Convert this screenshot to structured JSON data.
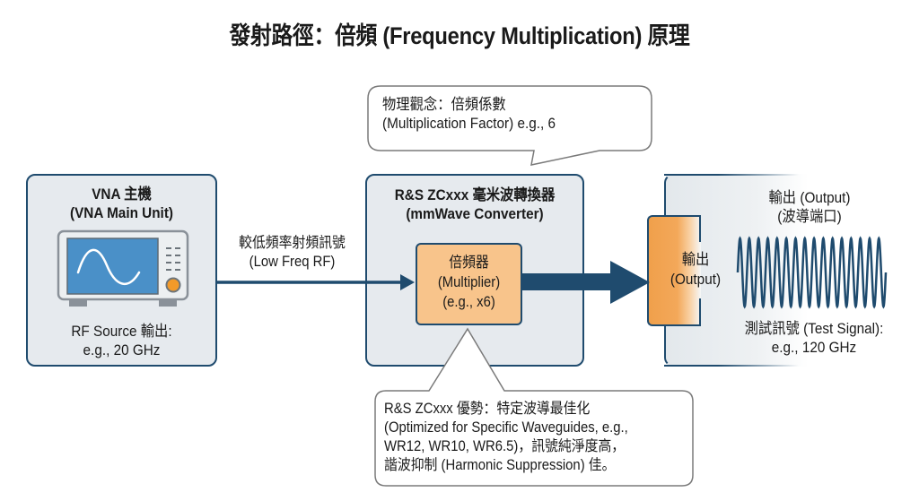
{
  "title": "發射路徑：倍頻 (Frequency Multiplication) 原理",
  "callout_top": {
    "line1": "物理觀念：倍頻係數",
    "line2": "(Multiplication Factor) e.g., 6"
  },
  "vna": {
    "title_line1": "VNA 主機",
    "title_line2": "(VNA Main Unit)",
    "icon": "signal-generator-screen-sine-icon",
    "source_line1": "RF Source 輸出:",
    "source_line2": "e.g., 20 GHz"
  },
  "link": {
    "line1": "較低頻率射頻訊號",
    "line2": "(Low Freq RF)"
  },
  "converter": {
    "title_line1": "R&S ZCxxx 毫米波轉換器",
    "title_line2": "(mmWave Converter)",
    "multiplier": {
      "line1": "倍頻器",
      "line2": "(Multiplier)",
      "line3": "(e.g., x6)"
    }
  },
  "output": {
    "title_line1": "輸出 (Output)",
    "title_line2": "(波導端口)",
    "port_line1": "輸出",
    "port_line2": "(Output)",
    "signal_line1": "測試訊號 (Test Signal):",
    "signal_line2": "e.g., 120 GHz",
    "wave_icon": "high-frequency-wave-icon"
  },
  "callout_bottom": {
    "line1": "R&S ZCxxx 優勢：特定波導最佳化",
    "line2": "(Optimized for Specific Waveguides, e.g.,",
    "line3": "WR12, WR10, WR6.5)，訊號純淨度高，",
    "line4": "諧波抑制 (Harmonic Suppression) 佳。"
  },
  "colors": {
    "navy": "#1f4b6e",
    "orange": "#f0a04b",
    "multiplier_fill": "#f8c48b",
    "panel_fill": "#e6eaee",
    "screen_blue": "#4a90c8",
    "knob_orange": "#f39a2a"
  }
}
